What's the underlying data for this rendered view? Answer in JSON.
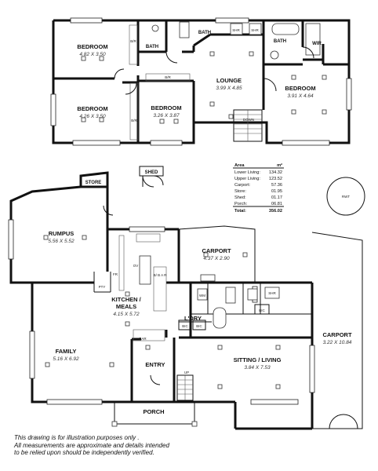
{
  "upper_floor": {
    "rooms": [
      {
        "name": "BEDROOM",
        "dims": "4.82 X 3.50"
      },
      {
        "name": "BEDROOM",
        "dims": "4.26 X 3.50"
      },
      {
        "name": "BEDROOM",
        "dims": "3.26 X 3.87"
      },
      {
        "name": "LOUNGE",
        "dims": "3.99 X 4.85"
      },
      {
        "name": "BEDROOM",
        "dims": "3.91 X 4.64"
      }
    ],
    "labels": {
      "bath1": "BATH",
      "bath2": "BATH",
      "bath3": "BATH",
      "wir": "WIR",
      "br1": "B/R",
      "br2": "B/R",
      "br3": "B/R",
      "shr1": "SHR",
      "shr2": "SHR",
      "down": "DOWN"
    }
  },
  "lower_floor": {
    "rooms": [
      {
        "name": "RUMPUS",
        "dims": "5.56 X 5.52"
      },
      {
        "name": "CARPORT",
        "dims": "4.37 X 2.90"
      },
      {
        "name": "KITCHEN /",
        "name2": "MEALS",
        "dims": "4.15 X 5.72"
      },
      {
        "name": "FAMILY",
        "dims": "5.16 X 6.92"
      },
      {
        "name": "SITTING / LIVING",
        "dims": "3.84 X 7.53"
      },
      {
        "name": "CARPORT",
        "dims": "3.22 X 10.84"
      }
    ],
    "labels": {
      "store": "STORE",
      "shed": "SHED",
      "ldry": "L'DRY",
      "entry": "ENTRY",
      "porch": "PORCH",
      "pty": "PTY",
      "bar": "BAR",
      "bic1": "BIC",
      "bic2": "BIC",
      "bic3": "BIC",
      "shr": "SHR",
      "wm": "WM",
      "ov": "OV",
      "fr": "FR",
      "up": "UP",
      "rwt": "RWT",
      "bbar": "B/\nB\nA\nR"
    }
  },
  "area_table": {
    "header": {
      "label": "Area",
      "unit": "m²"
    },
    "rows": [
      {
        "label": "Lower Living:",
        "value": "134.32"
      },
      {
        "label": "Upper Living:",
        "value": "123.52"
      },
      {
        "label": "Carport:",
        "value": "57.36"
      },
      {
        "label": "Store:",
        "value": "01.95"
      },
      {
        "label": "Shed:",
        "value": "01.17"
      },
      {
        "label": "Porch:",
        "value": "06.81"
      }
    ],
    "total": {
      "label": "Total:",
      "value": "356.02"
    }
  },
  "disclaimer": [
    "This drawing is for illustration purposes only .",
    "All measurements are approximate and details intended",
    "to be relied upon should be independently verified."
  ]
}
